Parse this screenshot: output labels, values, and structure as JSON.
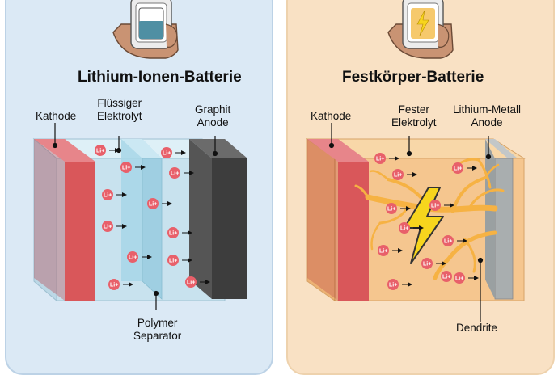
{
  "left": {
    "title": "Lithium-Ionen-Batterie",
    "labels": {
      "cathode": "Kathode",
      "electrolyte": "Flüssiger\nElektrolyt",
      "anode": "Graphit\nAnode",
      "separator": "Polymer\nSeparator"
    },
    "ion": "Li+"
  },
  "right": {
    "title": "Festkörper-Batterie",
    "labels": {
      "cathode": "Kathode",
      "electrolyte": "Fester\nElektrolyt",
      "anode": "Lithium-Metall\nAnode",
      "dendrite": "Dendrite"
    },
    "ion": "Li+"
  },
  "colors": {
    "cathode_red": "#d9575a",
    "graphite": "#3d3d3d",
    "lithium_metal": "#a9aeaf",
    "dendrite": "#f6b243",
    "bolt": "#f7d51d",
    "ion": "#e8606a"
  },
  "icons": [
    "hand-holding-phone-icon",
    "lightning-bolt-icon",
    "arrow-right-icon"
  ]
}
